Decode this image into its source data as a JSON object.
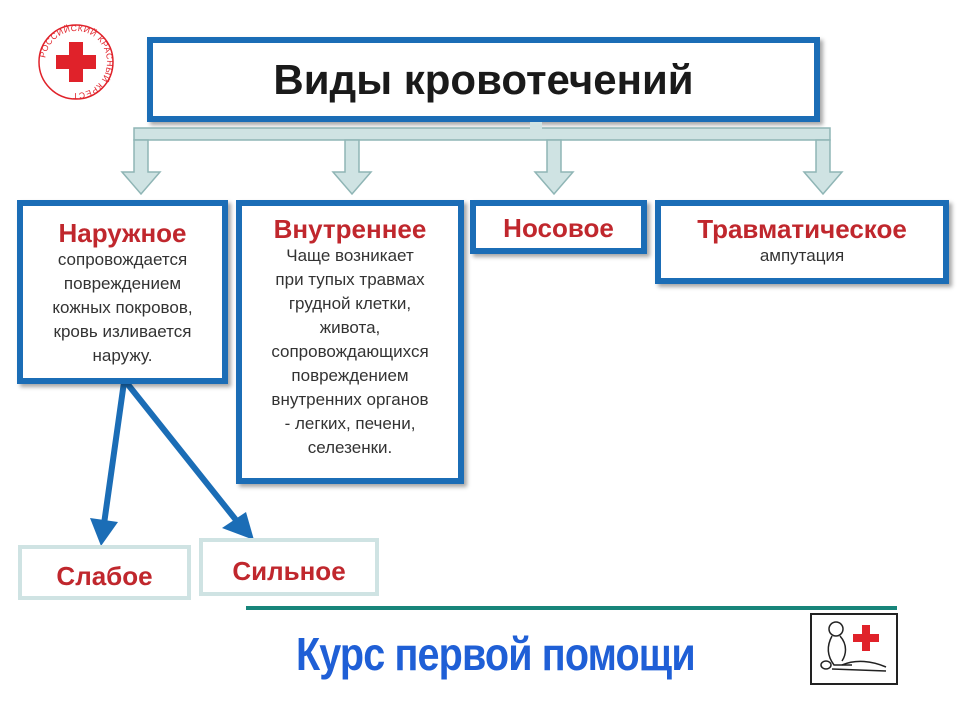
{
  "logo": {
    "ring_text": "РОССИЙСКИЙ КРАСНЫЙ КРЕСТ",
    "cross_color": "#e0222a"
  },
  "title": "Виды кровотечений",
  "types": [
    {
      "heading": "Наружное",
      "lines": [
        "сопровождается",
        "повреждением",
        "кожных покровов,",
        "кровь изливается",
        "наружу."
      ]
    },
    {
      "heading": "Внутреннее",
      "lines": [
        "Чаще возникает",
        "при тупых травмах",
        "грудной клетки,",
        "живота,",
        "сопровождающихся",
        "повреждением",
        "внутренних органов",
        "- легких, печени,",
        "селезенки."
      ]
    },
    {
      "heading": "Носовое",
      "lines": []
    },
    {
      "heading": "Травматическое",
      "lines": [
        "ампутация"
      ]
    }
  ],
  "external_subtypes": [
    "Слабое",
    "Сильное"
  ],
  "footer": {
    "title": "Курс первой помощи",
    "icon": "first-aid-cpr-icon"
  },
  "colors": {
    "box_border": "#1b6db6",
    "heading": "#c0272d",
    "connector_fill": "#cfe3e3",
    "connector_stroke": "#8fb5b5",
    "footer_text": "#1f5fd6",
    "footer_line": "#17857a"
  }
}
